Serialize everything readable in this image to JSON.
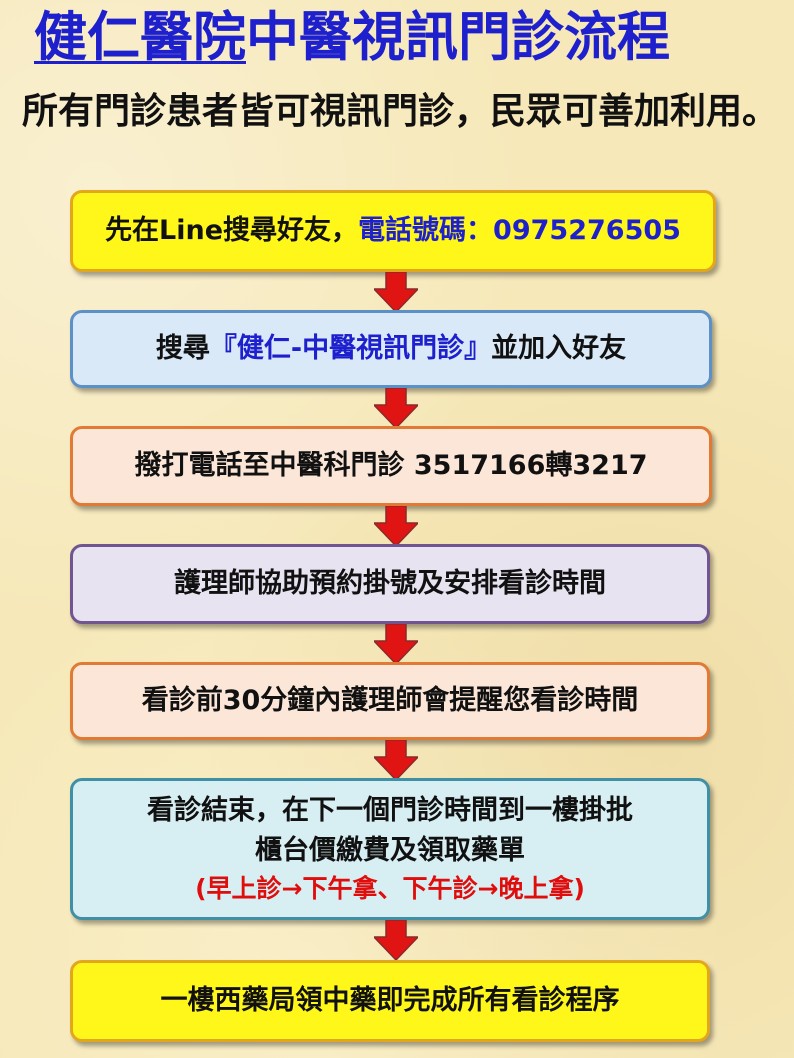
{
  "title": {
    "part1": "健仁醫院",
    "part2": "中醫視訊門診流程"
  },
  "subtitle": "所有門診患者皆可視訊門診，民眾可善加利用。",
  "steps": [
    {
      "prefix": "先在Line搜尋好友，",
      "highlight": "電話號碼：0975276505"
    },
    {
      "prefix": "搜尋",
      "highlight": "『健仁-中醫視訊門診』",
      "suffix": "並加入好友"
    },
    {
      "text": "撥打電話至中醫科門診 3517166轉3217"
    },
    {
      "text": "護理師協助預約掛號及安排看診時間"
    },
    {
      "text": "看診前30分鐘內護理師會提醒您看診時間"
    },
    {
      "line1": "看診結束，在下一個門診時間到一樓掛批",
      "line2": "櫃台價繳費及領取藥單",
      "note": "(早上診→下午拿、下午診→晚上拿)"
    },
    {
      "text": "一樓西藥局領中藥即完成所有看診程序"
    }
  ],
  "colors": {
    "title": "#1d20cc",
    "arrow": "#e11414",
    "note": "#e00d0d",
    "background": "#f6e8b8"
  }
}
